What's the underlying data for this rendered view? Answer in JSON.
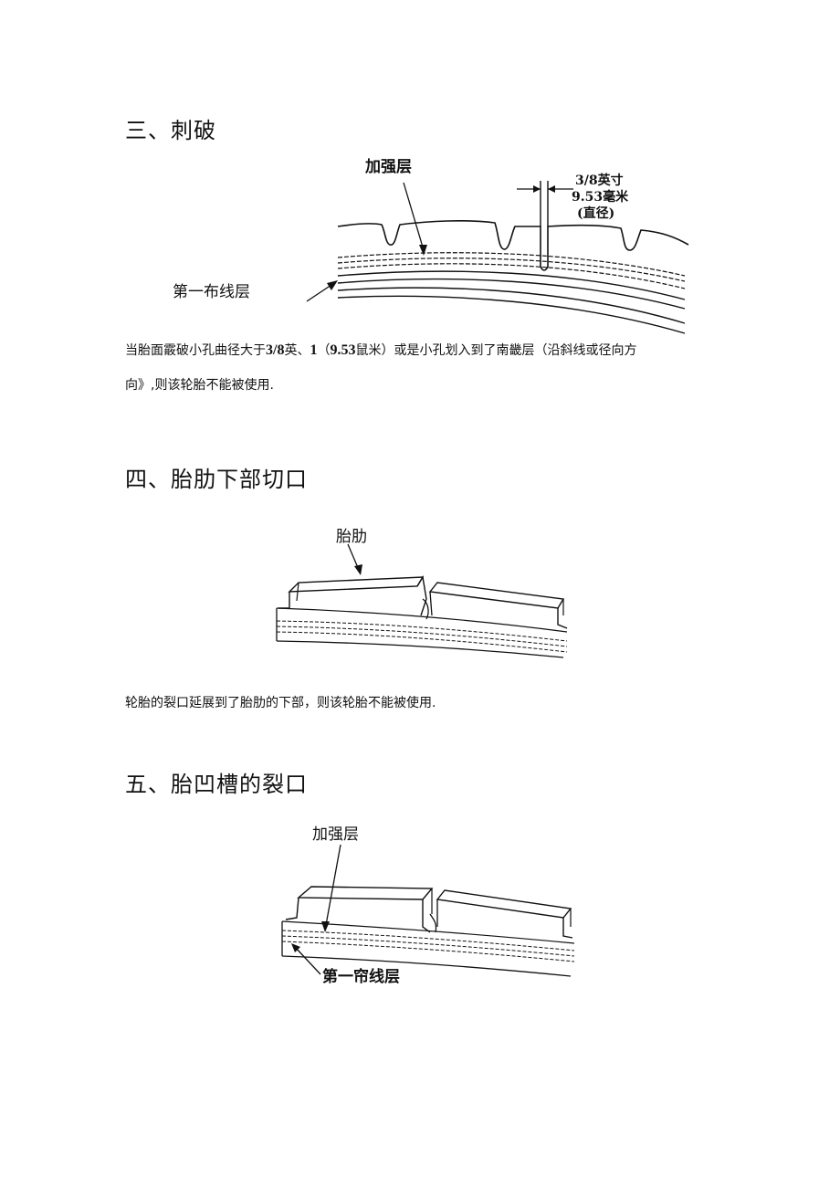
{
  "sections": [
    {
      "heading": "三、刺破",
      "figure": {
        "label_reinforce": "加强层",
        "label_ply": "第一布线层",
        "dim_line1": "3/8英寸",
        "dim_line2": "9.53毫米",
        "dim_line3": "(直径)"
      },
      "paragraph": {
        "text1": "当胎面霰破小孔曲径大于",
        "bold1": "3/8",
        "text2": "英、",
        "bold2": "1",
        "text3": "（",
        "bold3": "9.53",
        "text4": "鼠米）或是小孔划入到了南畿层（沿斜线或径向方",
        "line2": "向》,则该轮胎不能被使用."
      }
    },
    {
      "heading": "四、胎肋下部切口",
      "figure": {
        "label_rib": "胎肋"
      },
      "paragraph": {
        "line1": "轮胎的裂口延展到了胎肋的下部，则该轮胎不能被使用."
      }
    },
    {
      "heading": "五、胎凹槽的裂口",
      "figure": {
        "label_reinforce": "加强层",
        "label_ply": "第一帘线层"
      }
    }
  ]
}
